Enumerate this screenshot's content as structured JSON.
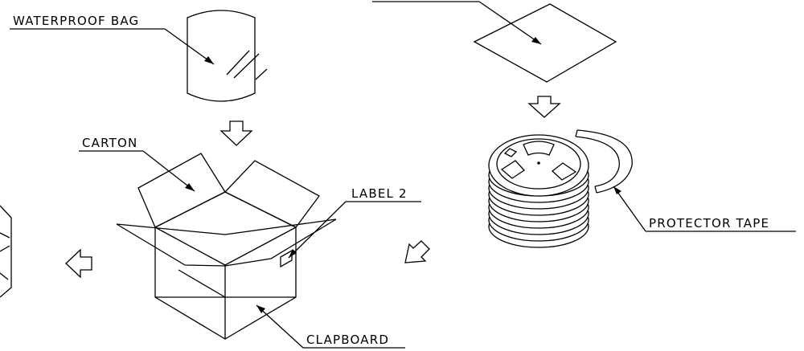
{
  "labels": {
    "waterproof_bag": "WATERPROOF BAG",
    "carton": "CARTON",
    "label_2": "LABEL 2",
    "protector_tape": "PROTECTOR TAPE",
    "clapboard": "CLAPBOARD"
  },
  "colors": {
    "line": "#000000",
    "background": "#ffffff"
  }
}
